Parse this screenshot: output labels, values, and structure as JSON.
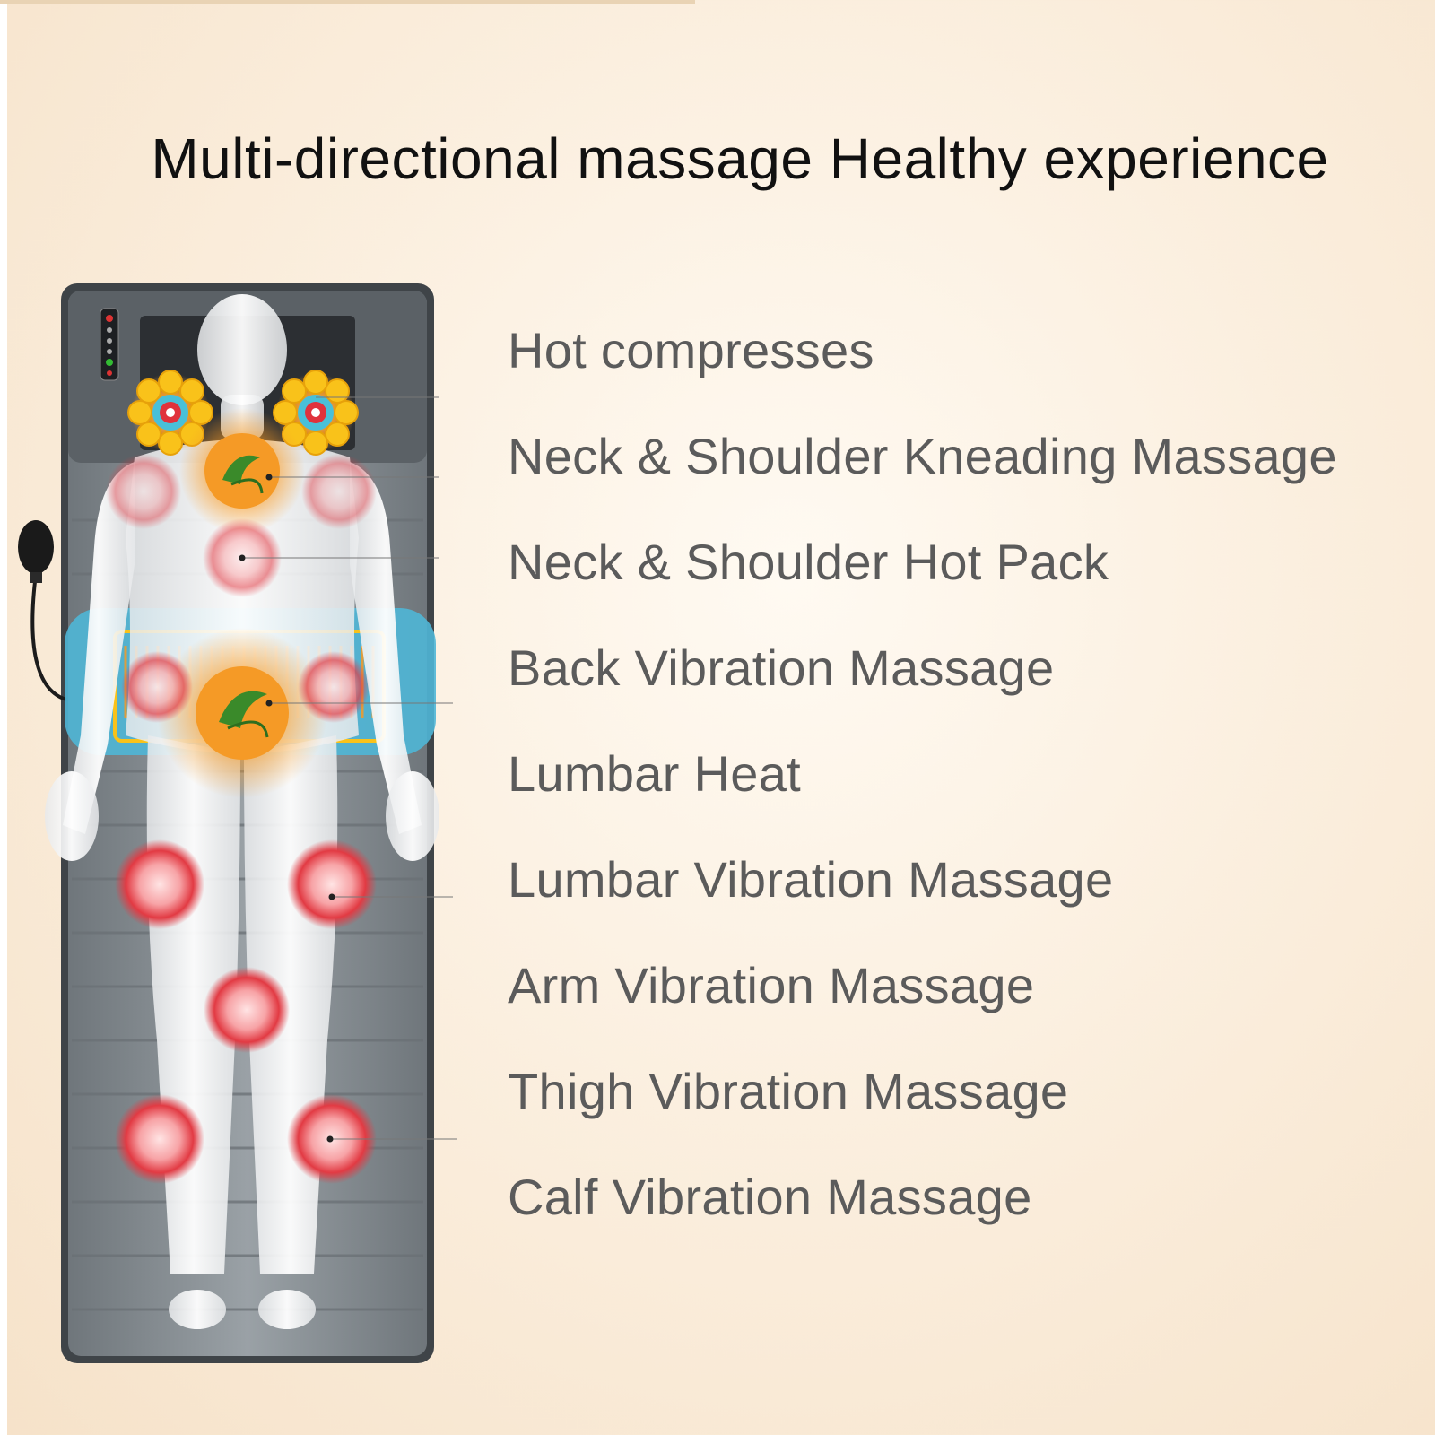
{
  "headline": "Multi-directional massage Healthy experience",
  "features": [
    {
      "label": "Hot compresses"
    },
    {
      "label": "Neck & Shoulder Kneading Massage"
    },
    {
      "label": "Neck & Shoulder Hot Pack"
    },
    {
      "label": "Back Vibration Massage"
    },
    {
      "label": "Lumbar Heat"
    },
    {
      "label": "Lumbar Vibration Massage"
    },
    {
      "label": "Arm Vibration Massage"
    },
    {
      "label": "Thigh Vibration Massage"
    },
    {
      "label": "Calf Vibration Massage"
    }
  ],
  "colors": {
    "background": "#fbefdf",
    "mat_gray": "#8e9498",
    "mat_frame": "#3f4448",
    "lumbar_pad": "#4fb6d6",
    "node_red": "#e0323c",
    "kneading_yellow": "#f9c21a",
    "heat_orange": "#f59a26",
    "herb_green": "#3a8a2a",
    "label_text": "#5b5b5b",
    "headline_text": "#111111"
  },
  "icons": [
    "control-panel-icon",
    "air-pump-bulb-icon",
    "herb-leaf-icon",
    "vibration-node-icon",
    "kneading-roller-icon"
  ]
}
